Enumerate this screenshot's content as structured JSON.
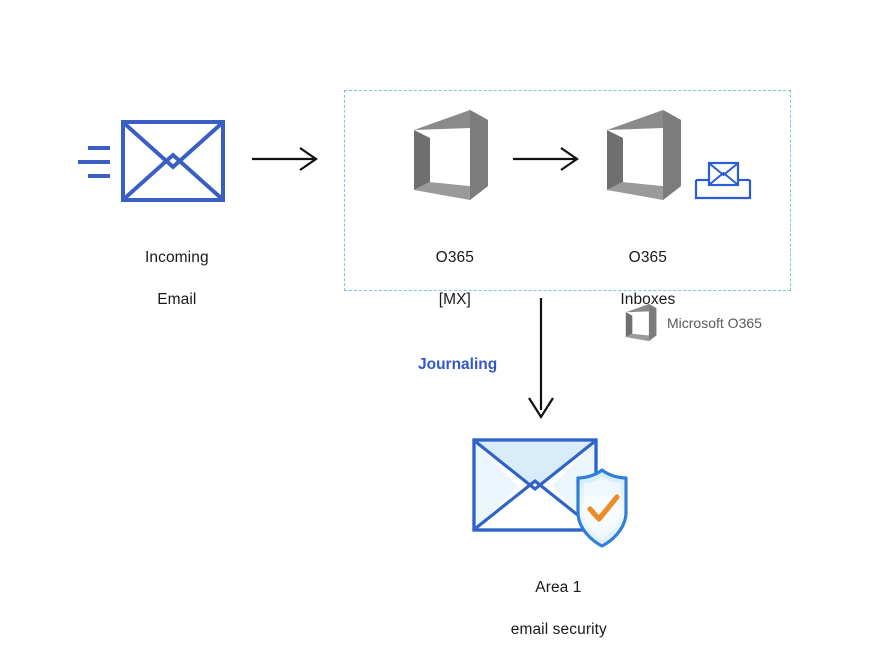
{
  "diagram": {
    "title": "O365 journaling to Area 1 email security flow",
    "background": "#ffffff",
    "colors": {
      "envelope_blue": "#3a5fc4",
      "o365_gray": "#7a7a7a",
      "dashed_teal": "#7ec4da",
      "journal_blue": "#3557c4",
      "arrow_black": "#111111",
      "shield_blue": "#2f6fd0",
      "shield_fill": "#d8eefc",
      "check_orange": "#ed8b28",
      "caption_text": "#1a1a1a",
      "legend_text": "#5a5a5a"
    }
  },
  "nodes": {
    "incoming_email": {
      "icon": "envelope-icon",
      "label_line1": "Incoming",
      "label_line2": "Email",
      "motion_lines": 3
    },
    "o365_mx": {
      "icon": "office365-cube-icon",
      "label_line1": "O365",
      "label_line2": "[MX]"
    },
    "o365_inboxes": {
      "icon": "office365-cube-icon",
      "label_line1": "O365",
      "label_line2": "Inboxes",
      "badge_icon": "inbox-tray-envelope-icon"
    },
    "area1": {
      "icon": "envelope-shield-check-icon",
      "label_line1": "Area 1",
      "label_line2": "email security"
    }
  },
  "edges": {
    "incoming_to_mx": {
      "icon": "arrow-right-icon",
      "label": ""
    },
    "mx_to_inboxes": {
      "icon": "arrow-right-icon",
      "label": ""
    },
    "inboxes_to_area1": {
      "icon": "arrow-down-icon",
      "label": "Journaling"
    }
  },
  "zone": {
    "name": "microsoft-o365-boundary",
    "style": "dashed"
  },
  "legend": {
    "icon": "office365-cube-icon",
    "label": "Microsoft O365"
  }
}
